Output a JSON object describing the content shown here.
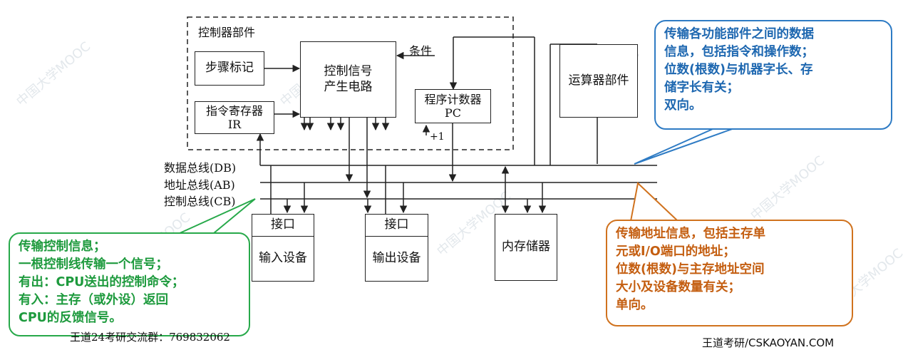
{
  "diagram": {
    "controller_group_label": "控制器部件",
    "boxes": {
      "step_marker": "步骤标记",
      "control_signal_circuit": [
        "控制信号",
        "产生电路"
      ],
      "instruction_register": [
        "指令寄存器",
        "IR"
      ],
      "program_counter": [
        "程序计数器",
        "PC"
      ],
      "alu_unit": "运算器部件",
      "input_interface": "接口",
      "input_device": "输入设备",
      "output_interface": "接口",
      "output_device": "输出设备",
      "main_memory": "内存储器"
    },
    "condition_label": "条件",
    "pc_increment_label": "+1",
    "buses": {
      "data_bus": "数据总线(DB)",
      "address_bus": "地址总线(AB)",
      "control_bus": "控制总线(CB)"
    }
  },
  "callouts": {
    "data_bus": [
      "传输各功能部件之间的数据",
      "信息，包括指令和操作数；",
      "位数(根数)与机器字长、存",
      "储字长有关；",
      "双向。"
    ],
    "control_bus": [
      "传输控制信息；",
      "一根控制线传输一个信号；",
      "有出：CPU送出的控制命令；",
      "有入：主存（或外设）返回",
      "CPU的反馈信号。"
    ],
    "address_bus": [
      "传输地址信息，包括主存单",
      "元或I/O端口的地址；",
      "位数(根数)与主存地址空间",
      "大小及设备数量有关；",
      "单向。"
    ]
  },
  "footer": {
    "group_text": "王道24考研交流群：769832062",
    "brand_text": "王道考研/CSKAOYAN.COM"
  },
  "watermark_text": "中国大学MOOC",
  "colors": {
    "blue": "#2e7bc4",
    "green": "#27a94a",
    "orange": "#d0721e",
    "line": "#222222"
  }
}
